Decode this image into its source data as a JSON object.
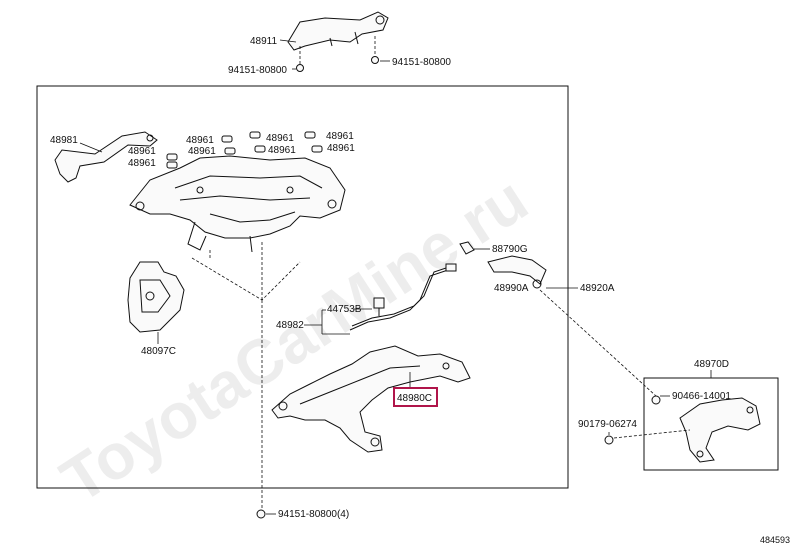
{
  "watermark": "ToyotaCarMine.ru",
  "labels": {
    "l48911": "48911",
    "l94151a": "94151-80800",
    "l94151b": "94151-80800",
    "l48981": "48981",
    "l48961_1": "48961",
    "l48961_2": "48961",
    "l48961_3": "48961",
    "l48961_4": "48961",
    "l48961_5": "48961",
    "l48961_6": "48961",
    "l48961_7": "48961",
    "l48961_8": "48961",
    "l48097c": "48097C",
    "l88790g": "88790G",
    "l48990a": "48990A",
    "l48920a": "48920A",
    "l44753b": "44753B",
    "l48982": "48982",
    "l48980c": "48980C",
    "l48970d": "48970D",
    "l90466": "90466-14001",
    "l90179": "90179-06274",
    "l94151c": "94151-80800(4)",
    "code": "484593"
  },
  "colors": {
    "highlight": "#b0154a",
    "line": "#111111"
  }
}
